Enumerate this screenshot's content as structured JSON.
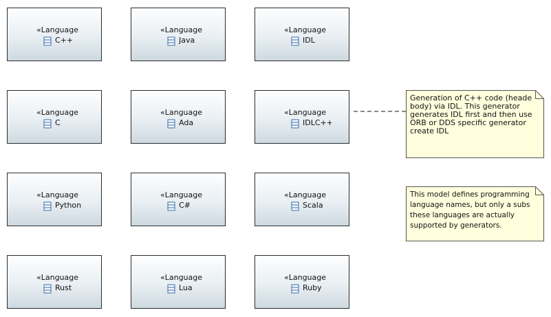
{
  "stereotype": "«Language",
  "languages": [
    {
      "name": "C++"
    },
    {
      "name": "Java"
    },
    {
      "name": "IDL"
    },
    {
      "name": "C"
    },
    {
      "name": "Ada"
    },
    {
      "name": "IDLC++"
    },
    {
      "name": "Python"
    },
    {
      "name": "C#"
    },
    {
      "name": "Scala"
    },
    {
      "name": "Rust"
    },
    {
      "name": "Lua"
    },
    {
      "name": "Ruby"
    }
  ],
  "notes": [
    {
      "lines": [
        "Generation of C++ code (heade",
        "body) via IDL. This generator",
        "generates IDL first and then use",
        "ORB or DDS specific generator",
        "create IDL"
      ]
    },
    {
      "lines": [
        "This model defines programming",
        "language names, but only a subs",
        "these languages are actually",
        "supported by generators."
      ]
    }
  ],
  "colors": {
    "box_border": "#2b2b2b",
    "note_fill": "#ffffdd",
    "icon_stroke": "#3b6ea8"
  }
}
